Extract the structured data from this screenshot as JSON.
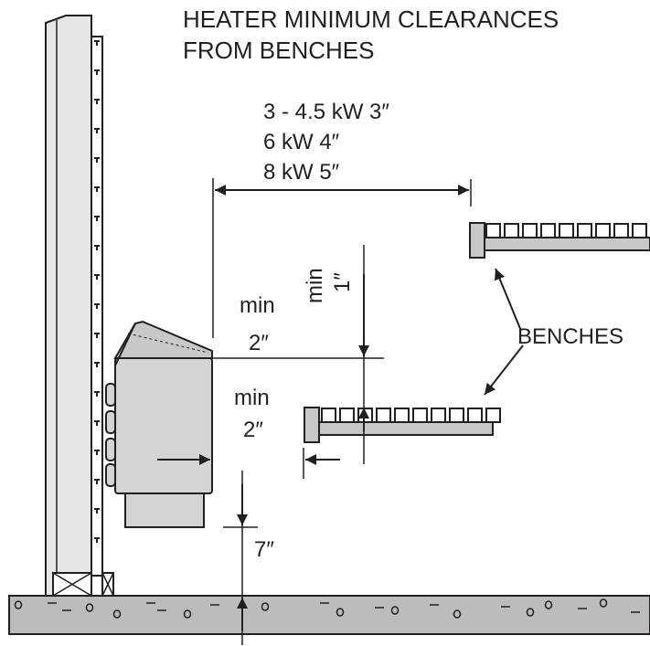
{
  "title": {
    "line1": "HEATER MINIMUM CLEARANCES",
    "line2": "FROM BENCHES"
  },
  "specs": [
    "3 - 4.5 kW 3″",
    "6 kW 4″",
    "8 kW 5″"
  ],
  "labels": {
    "benches": "BENCHES",
    "min_top_word": "min",
    "min_top_value": "1″",
    "min_side_word": "min",
    "min_side_value": "2″",
    "min_bench_word": "min",
    "min_bench_value": "2″",
    "floor_gap": "7″"
  },
  "colors": {
    "ink": "#231f20",
    "heater": "#d4d4d4",
    "wall": "#e6e6e6",
    "floor": "#bcbcbc"
  },
  "icons": [
    "dimension-arrow",
    "leader-arrow"
  ]
}
